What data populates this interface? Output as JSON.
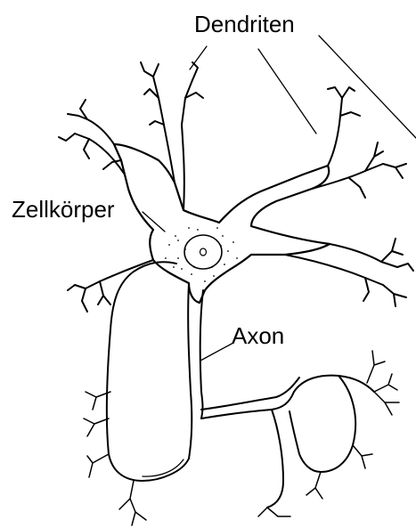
{
  "labels": {
    "dendrites": "Dendriten",
    "cell_body": "Zellkörper",
    "axon": "Axon"
  },
  "colors": {
    "ink": "#000000",
    "paper": "#ffffff"
  }
}
